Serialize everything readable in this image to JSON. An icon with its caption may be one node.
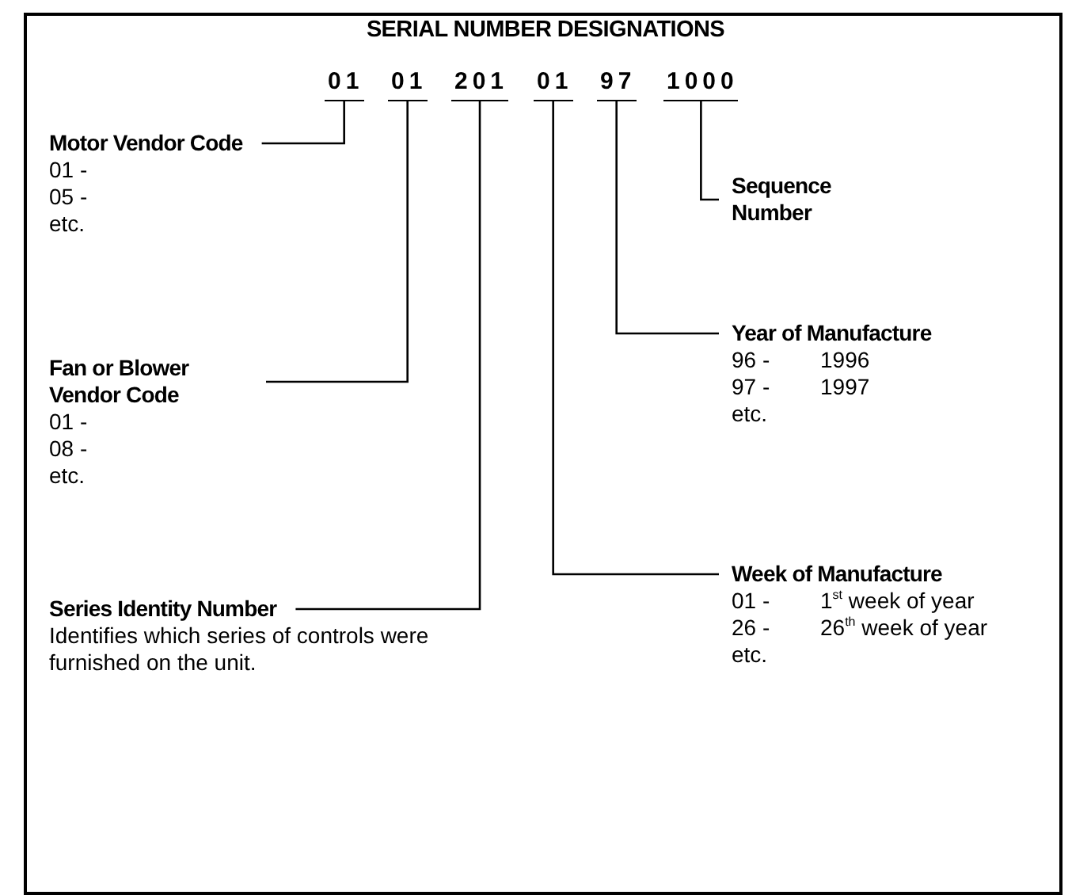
{
  "diagram": {
    "title": "SERIAL NUMBER DESIGNATIONS",
    "nodes": [
      {
        "text": [
          "01"
        ]
      },
      {
        "text": [
          "01"
        ]
      },
      {
        "text": [
          "201"
        ]
      },
      {
        "text": [
          "01"
        ]
      },
      {
        "text": [
          "97"
        ]
      },
      {
        "text": [
          "1000"
        ]
      },
      {
        "text": [
          "Motor Vendor Code",
          "01 -",
          "05 -",
          "etc."
        ]
      },
      {
        "text": [
          "Fan or Blower Vendor Code",
          "01 -",
          "08 -",
          "etc."
        ]
      },
      {
        "text": [
          "Series Identity Number",
          "Identifies which series of controls were furnished on the unit."
        ]
      },
      {
        "text": [
          "Sequence Number"
        ]
      },
      {
        "text": [
          "Year of Manufacture",
          "96 -",
          "1996",
          "97 -",
          "1997",
          "etc."
        ]
      },
      {
        "text": [
          "Week of Manufacture",
          "01 -",
          "1$^{st}$ week of year",
          "26 -",
          "26$^{th}$ week of year",
          "etc."
        ]
      }
    ],
    "edges": [
      {
        "from": 6,
        "to": 0,
        "arrow": "none"
      },
      {
        "from": 7,
        "to": 1,
        "arrow": "none"
      },
      {
        "from": 8,
        "to": 2,
        "arrow": "none"
      },
      {
        "from": 9,
        "to": 5,
        "arrow": "none"
      },
      {
        "from": 10,
        "to": 4,
        "arrow": "none"
      },
      {
        "from": 11,
        "to": 3,
        "arrow": "none"
      }
    ]
  }
}
